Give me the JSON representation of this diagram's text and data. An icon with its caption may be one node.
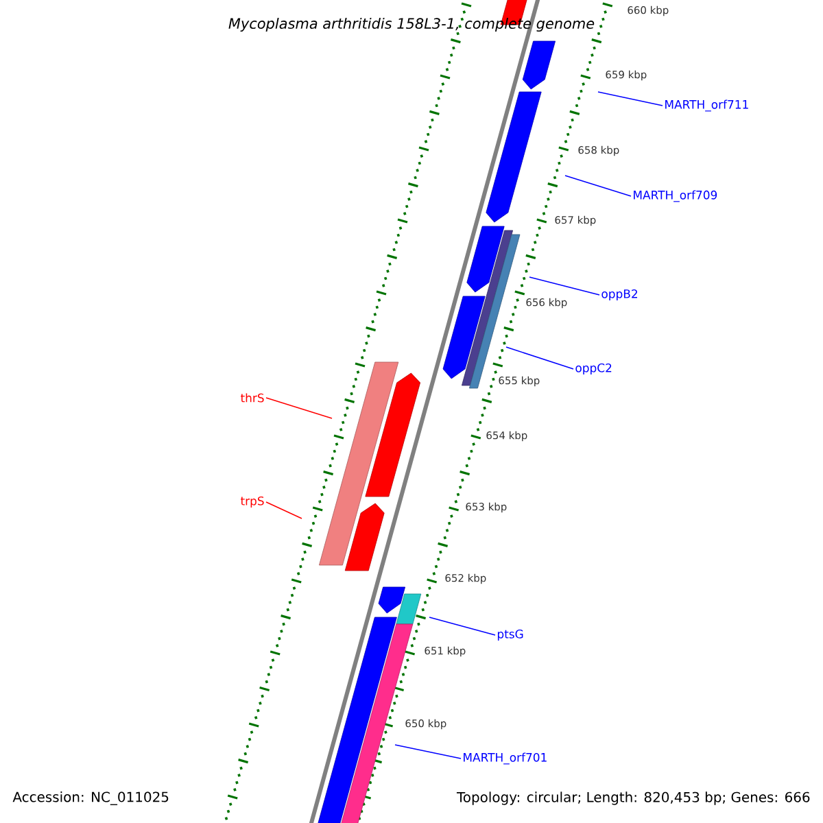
{
  "diagram": {
    "title": "Mycoplasma arthritidis 158L3-1, complete genome",
    "nodes": [
      {
        "text": [
          "MARTH_orf711"
        ]
      },
      {
        "text": [
          "MARTH_orf709"
        ]
      },
      {
        "text": [
          "oppB2"
        ]
      },
      {
        "text": [
          "oppC2"
        ]
      },
      {
        "text": [
          "thrS"
        ]
      },
      {
        "text": [
          "trpS"
        ]
      },
      {
        "text": [
          "ptsG"
        ]
      },
      {
        "text": [
          "MARTH_orf701"
        ]
      }
    ],
    "edges": [
      {
        "from": 0,
        "to": null,
        "arrow": "none"
      },
      {
        "from": 1,
        "to": null,
        "arrow": "none"
      },
      {
        "from": 2,
        "to": null,
        "arrow": "none"
      },
      {
        "from": 3,
        "to": null,
        "arrow": "none"
      },
      {
        "from": 4,
        "to": null,
        "arrow": "none",
        "color": "#ff0000"
      },
      {
        "from": 5,
        "to": null,
        "arrow": "none",
        "color": "#ff0000"
      },
      {
        "from": 6,
        "to": null,
        "arrow": "none"
      },
      {
        "from": 7,
        "to": null,
        "arrow": "none"
      }
    ],
    "labels": [
      "660 kbp",
      "659 kbp",
      "658 kbp",
      "657 kbp",
      "656 kbp",
      "655 kbp",
      "654 kbp",
      "653 kbp",
      "652 kbp",
      "651 kbp",
      "650 kbp",
      "Accession: NC_011025",
      "Topology: circular; Length: 820,453 bp; Genes: 666"
    ]
  }
}
